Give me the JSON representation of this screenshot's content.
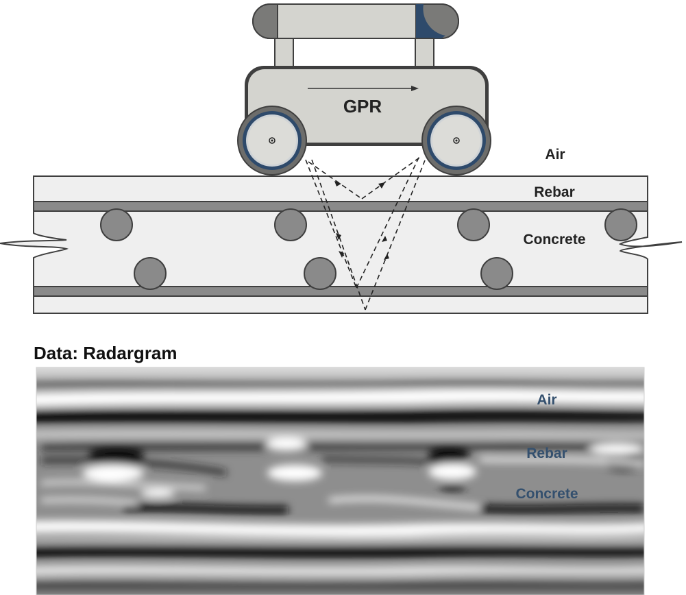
{
  "diagram": {
    "device_label": "GPR",
    "labels": {
      "air": "Air",
      "rebar": "Rebar",
      "concrete": "Concrete"
    }
  },
  "radargram": {
    "title": "Data: Radargram",
    "labels": {
      "air": "Air",
      "rebar": "Rebar",
      "concrete": "Concrete"
    }
  },
  "colors": {
    "device_body": "#d4d4cf",
    "outline": "#3f3f3f",
    "wheel_ring": "#2e4a6b",
    "slab_fill": "#efefef",
    "rebar_fill": "#8a8a8a",
    "radargram_label": "#34506e"
  }
}
